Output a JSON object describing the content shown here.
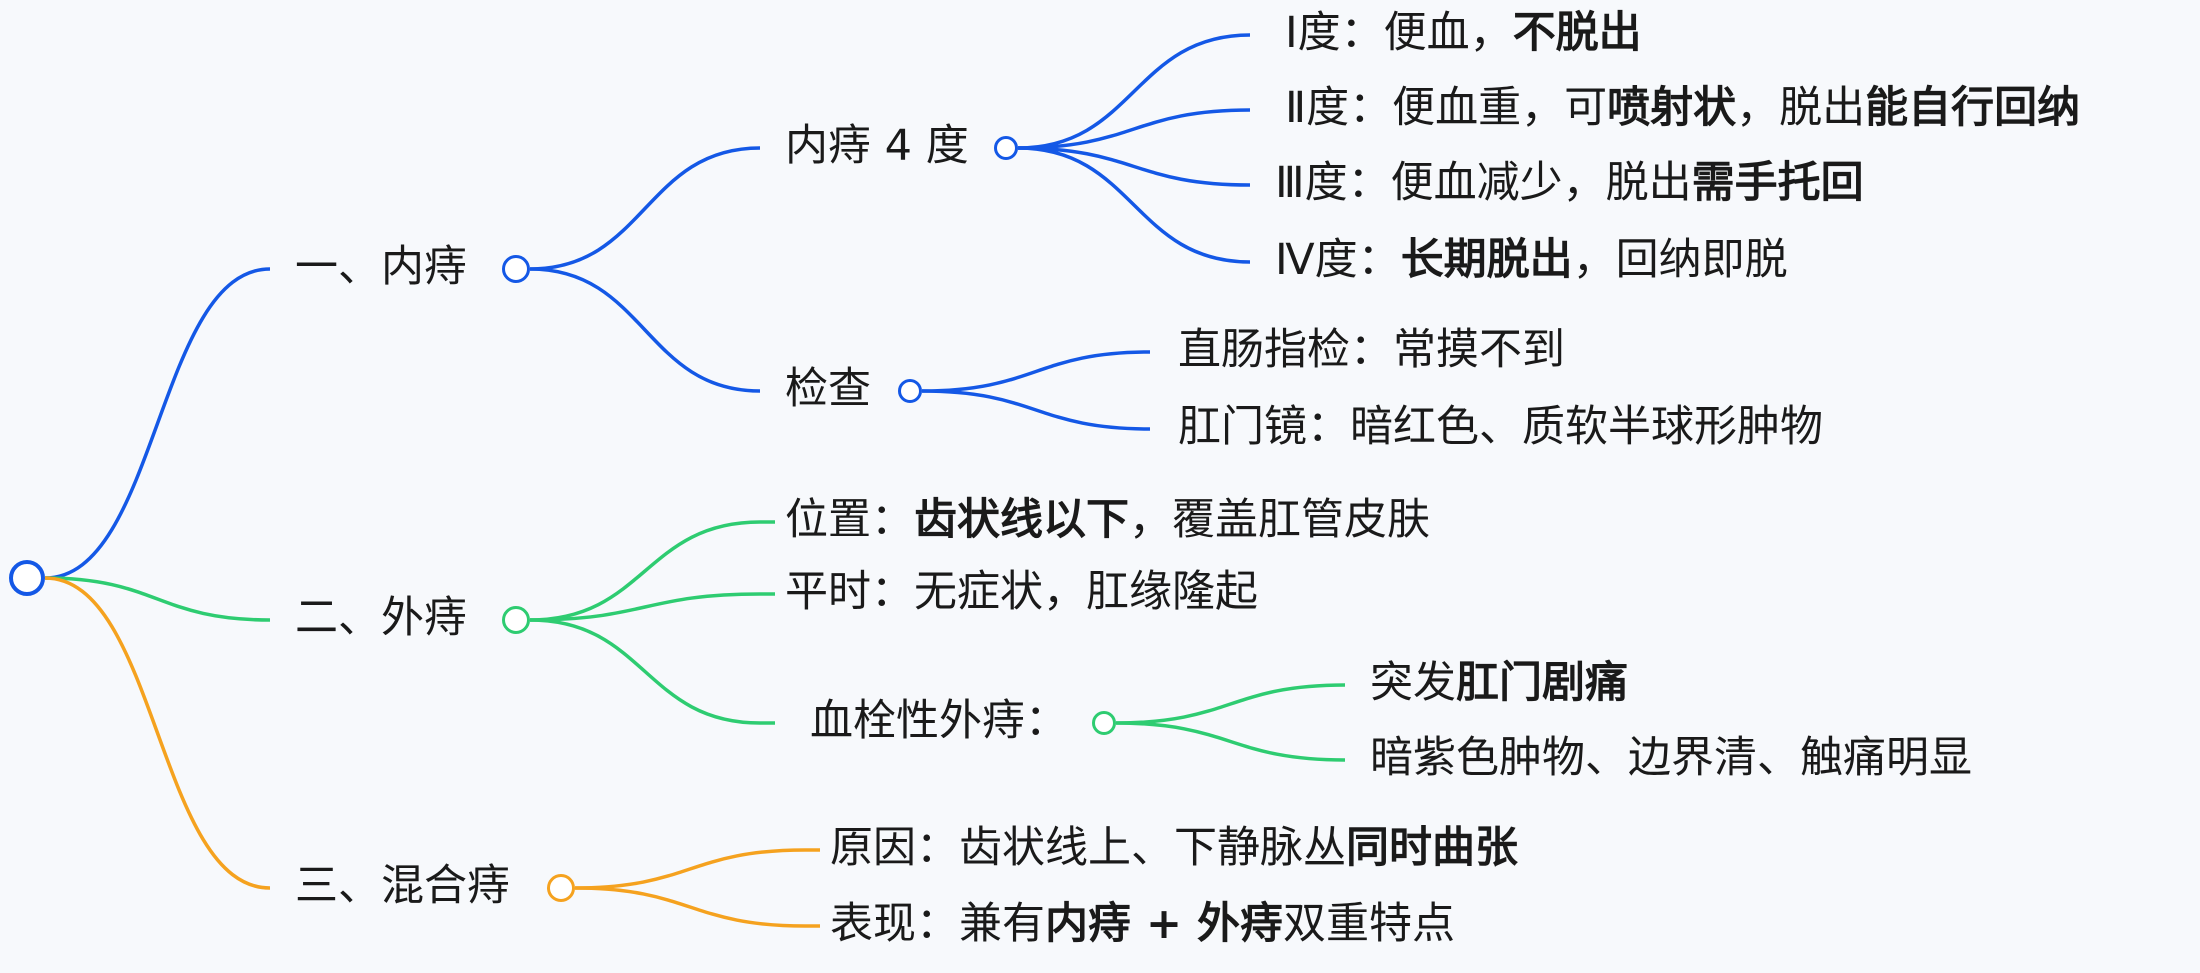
{
  "colors": {
    "blue": "#1458e6",
    "green": "#2ecc71",
    "orange": "#f5a21f"
  },
  "branches": [
    {
      "key": "internal",
      "color": "blue",
      "label": "一、内痔",
      "children": [
        {
          "key": "internal-degrees",
          "label": "内痔 4 度",
          "children": [
            {
              "key": "degree-1",
              "text": "Ⅰ度：便血，**不脱出**"
            },
            {
              "key": "degree-2",
              "text": "Ⅱ度：便血重，可**喷射状**，脱出**能自行回纳**"
            },
            {
              "key": "degree-3",
              "text": "Ⅲ度：便血减少，脱出**需手托回**"
            },
            {
              "key": "degree-4",
              "text": "Ⅳ度：**长期脱出**，回纳即脱"
            }
          ]
        },
        {
          "key": "exam",
          "label": "检查",
          "children": [
            {
              "key": "digital-exam",
              "text": "直肠指检：常摸不到"
            },
            {
              "key": "anoscope",
              "text": "肛门镜：暗红色、质软半球形肿物"
            }
          ]
        }
      ]
    },
    {
      "key": "external",
      "color": "green",
      "label": "二、外痔",
      "children": [
        {
          "key": "location",
          "text": "位置：**齿状线以下**，覆盖肛管皮肤"
        },
        {
          "key": "usual",
          "text": "平时：无症状，肛缘隆起"
        },
        {
          "key": "thrombosed",
          "label": "血栓性外痔：",
          "children": [
            {
              "key": "sudden-pain",
              "text": "突发**肛门剧痛**"
            },
            {
              "key": "dark-mass",
              "text": "暗紫色肿物、边界清、触痛明显"
            }
          ]
        }
      ]
    },
    {
      "key": "mixed",
      "color": "orange",
      "label": "三、混合痔",
      "children": [
        {
          "key": "cause",
          "text": "原因：齿状线上、下静脉丛**同时曲张**"
        },
        {
          "key": "manifest",
          "text": "表现：兼有**内痔 + 外痔**双重特点"
        }
      ]
    }
  ]
}
